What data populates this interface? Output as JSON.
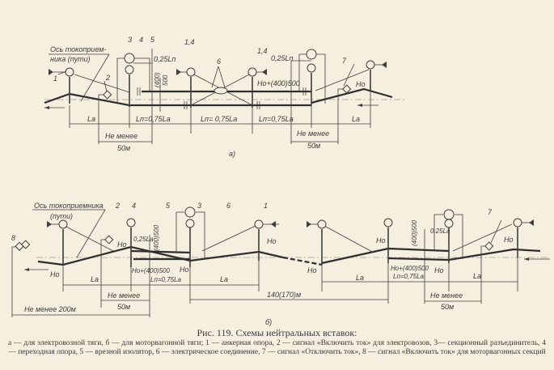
{
  "figure": {
    "title": "Рис. 119. Схемы нейтральных вставок:",
    "legend_line1": "а — для электровозной тяги, б — для моторвагонной тяги; 1 — анкерная опора, 2 — сигнал «Включить ток» для электровозов, 3— секционный разъединитель, 4 — переходная опора, 5 — врезной изолятор, 6 — электрическое соединение, 7 — сигнал «Отключить ток»,",
    "legend_line2": "8 — сигнал «Включить ток» для моторвагонных секций"
  },
  "diagram_a": {
    "panel_label": "а)",
    "axis_label_1": "Ось токоприем-",
    "axis_label_2": "ника (пути)",
    "n1": "1",
    "n2": "2",
    "n3": "3",
    "n4": "4",
    "n5": "5",
    "n6": "6",
    "n7": "7",
    "n14a": "1,4",
    "n14b": "1,4",
    "d025_left": "0,25Lп",
    "d025_right": "0,25Lп",
    "h400": "(400)",
    "h500": "500",
    "ho_formula": "Hо+(400)500",
    "ho": "Hо",
    "la_left": "Lа",
    "la_right": "Lа",
    "ln1": "Lп=0,75Lа",
    "ln2": "Lп= 0,75Lа",
    "ln3": "Lп=0,75Lа",
    "min_left_1": "Не менее",
    "min_left_2": "50м",
    "min_right_1": "Не менее",
    "min_right_2": "50м"
  },
  "diagram_b": {
    "panel_label": "б)",
    "axis_label_1": "Ось токоприемника",
    "axis_label_2": "(пути)",
    "n1": "1",
    "n2": "2",
    "n3": "3",
    "n4": "4",
    "n5": "5",
    "n6": "6",
    "n7": "7",
    "n8": "8",
    "d025_left": "0,25Lа",
    "d025_right": "0,25Lа",
    "h_left": "(400)500",
    "h_right": "(400)500",
    "ho_formula_left": "Hо+(400)500",
    "ho_formula_right": "Hо+(400)500",
    "ho": "Hо",
    "la": "Lа",
    "ln_left": "Lп=0,75Lа",
    "ln_right": "Lп=0,75Lа",
    "dist_140": "140(170)м",
    "min200": "Не менее 200м",
    "min_left_1": "Не менее",
    "min_left_2": "50м",
    "min_right_1": "Не менее",
    "min_right_2": "50м"
  }
}
